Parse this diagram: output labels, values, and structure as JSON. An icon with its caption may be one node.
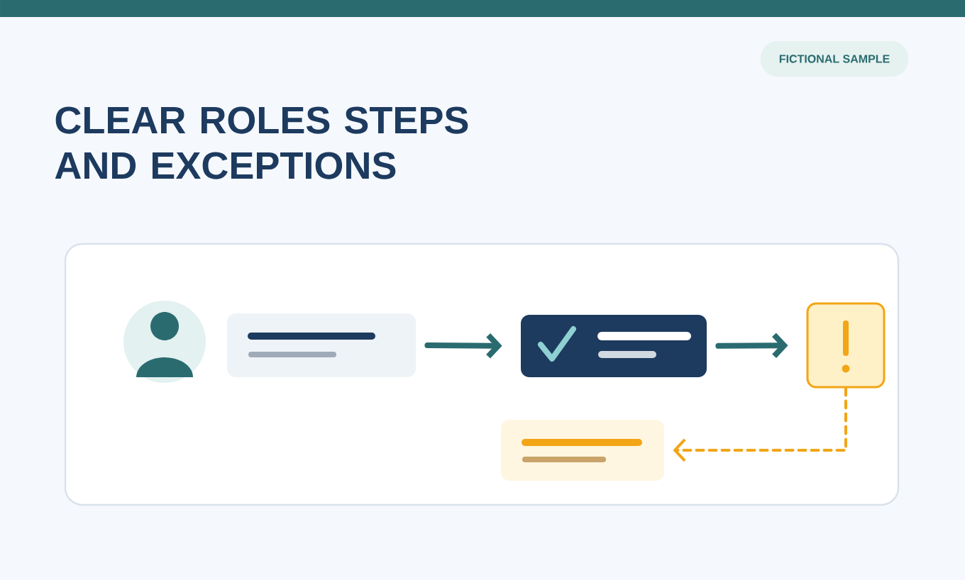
{
  "diagram": {
    "title": "CLEAR ROLES STEPS AND EXCEPTIONS",
    "nodes": [
      {
        "text": [],
        "shape": "person"
      },
      {
        "text": [],
        "shape": "box"
      },
      {
        "text": [],
        "shape": "box"
      },
      {
        "text": [],
        "shape": "box"
      },
      {
        "text": [],
        "shape": "box"
      }
    ],
    "edges": [
      {
        "from": 1,
        "to": 2,
        "arrow": "to"
      },
      {
        "from": 2,
        "to": 3,
        "arrow": "to"
      },
      {
        "from": 3,
        "to": 4,
        "arrow": "to",
        "style": "dashed",
        "color": "#f2a516"
      }
    ],
    "labels": [
      "FICTIONAL SAMPLE"
    ]
  }
}
